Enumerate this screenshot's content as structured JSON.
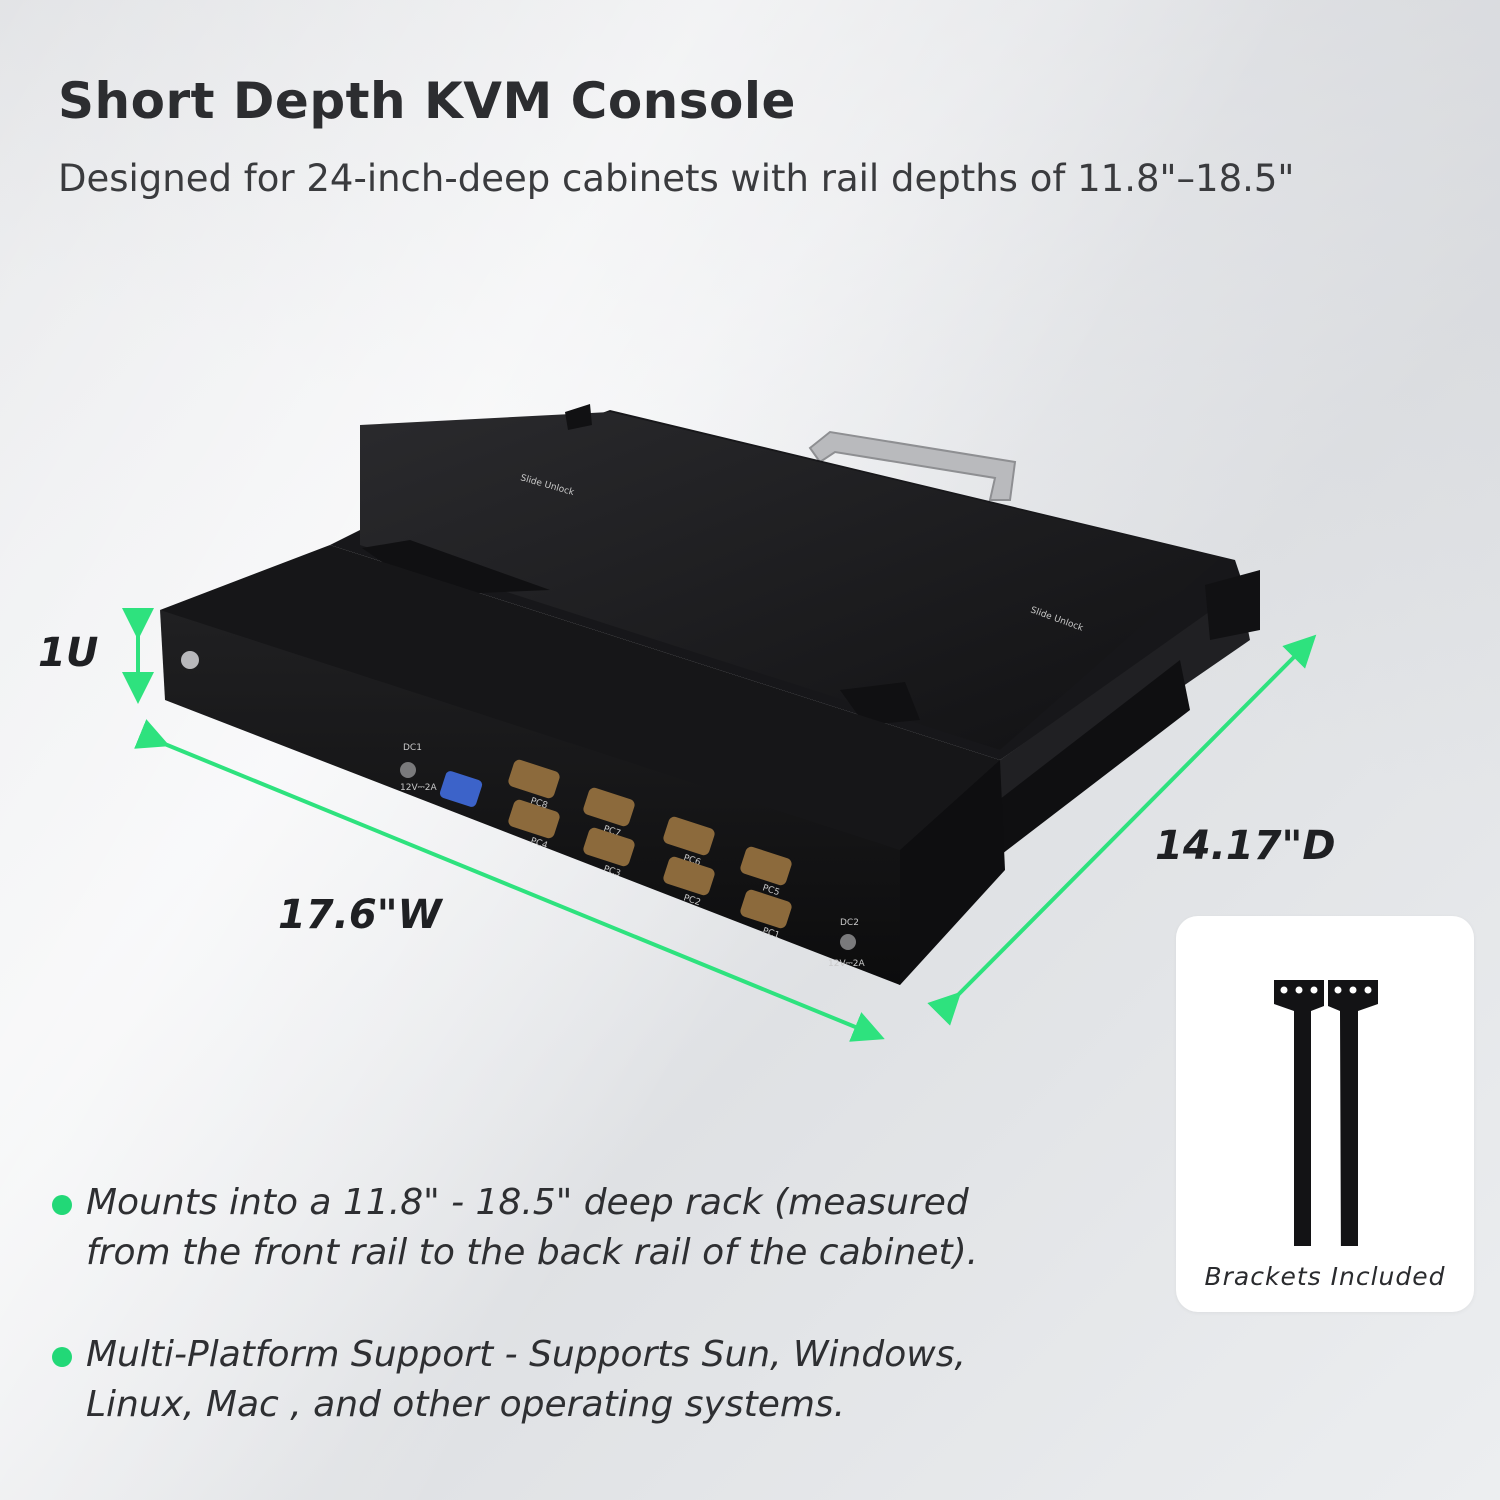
{
  "header": {
    "title": "Short Depth KVM Console",
    "subtitle": "Designed for 24-inch-deep cabinets with rail depths of 11.8\"–18.5\""
  },
  "dimensions": {
    "height": "1U",
    "width": "17.6\"W",
    "depth": "14.17\"D"
  },
  "device": {
    "power_in_1": "DC1",
    "power_in_1_rating": "12V⎓2A",
    "power_in_2": "DC2",
    "power_in_2_rating": "12V⎓2A",
    "ports": [
      "PC8",
      "PC7",
      "PC6",
      "PC5",
      "PC4",
      "PC3",
      "PC2",
      "PC1"
    ],
    "slide_label": "Slide Unlock"
  },
  "bullets": [
    "Mounts into a 11.8\" - 18.5\" deep rack (measured from the front rail to the back rail of the cabinet).",
    "Multi-Platform Support - Supports Sun, Windows, Linux, Mac , and other operating systems."
  ],
  "accessory": {
    "label": "Brackets Included"
  },
  "colors": {
    "accent": "#22d877",
    "device": "#1a1a1c",
    "background": "#eceef0"
  }
}
